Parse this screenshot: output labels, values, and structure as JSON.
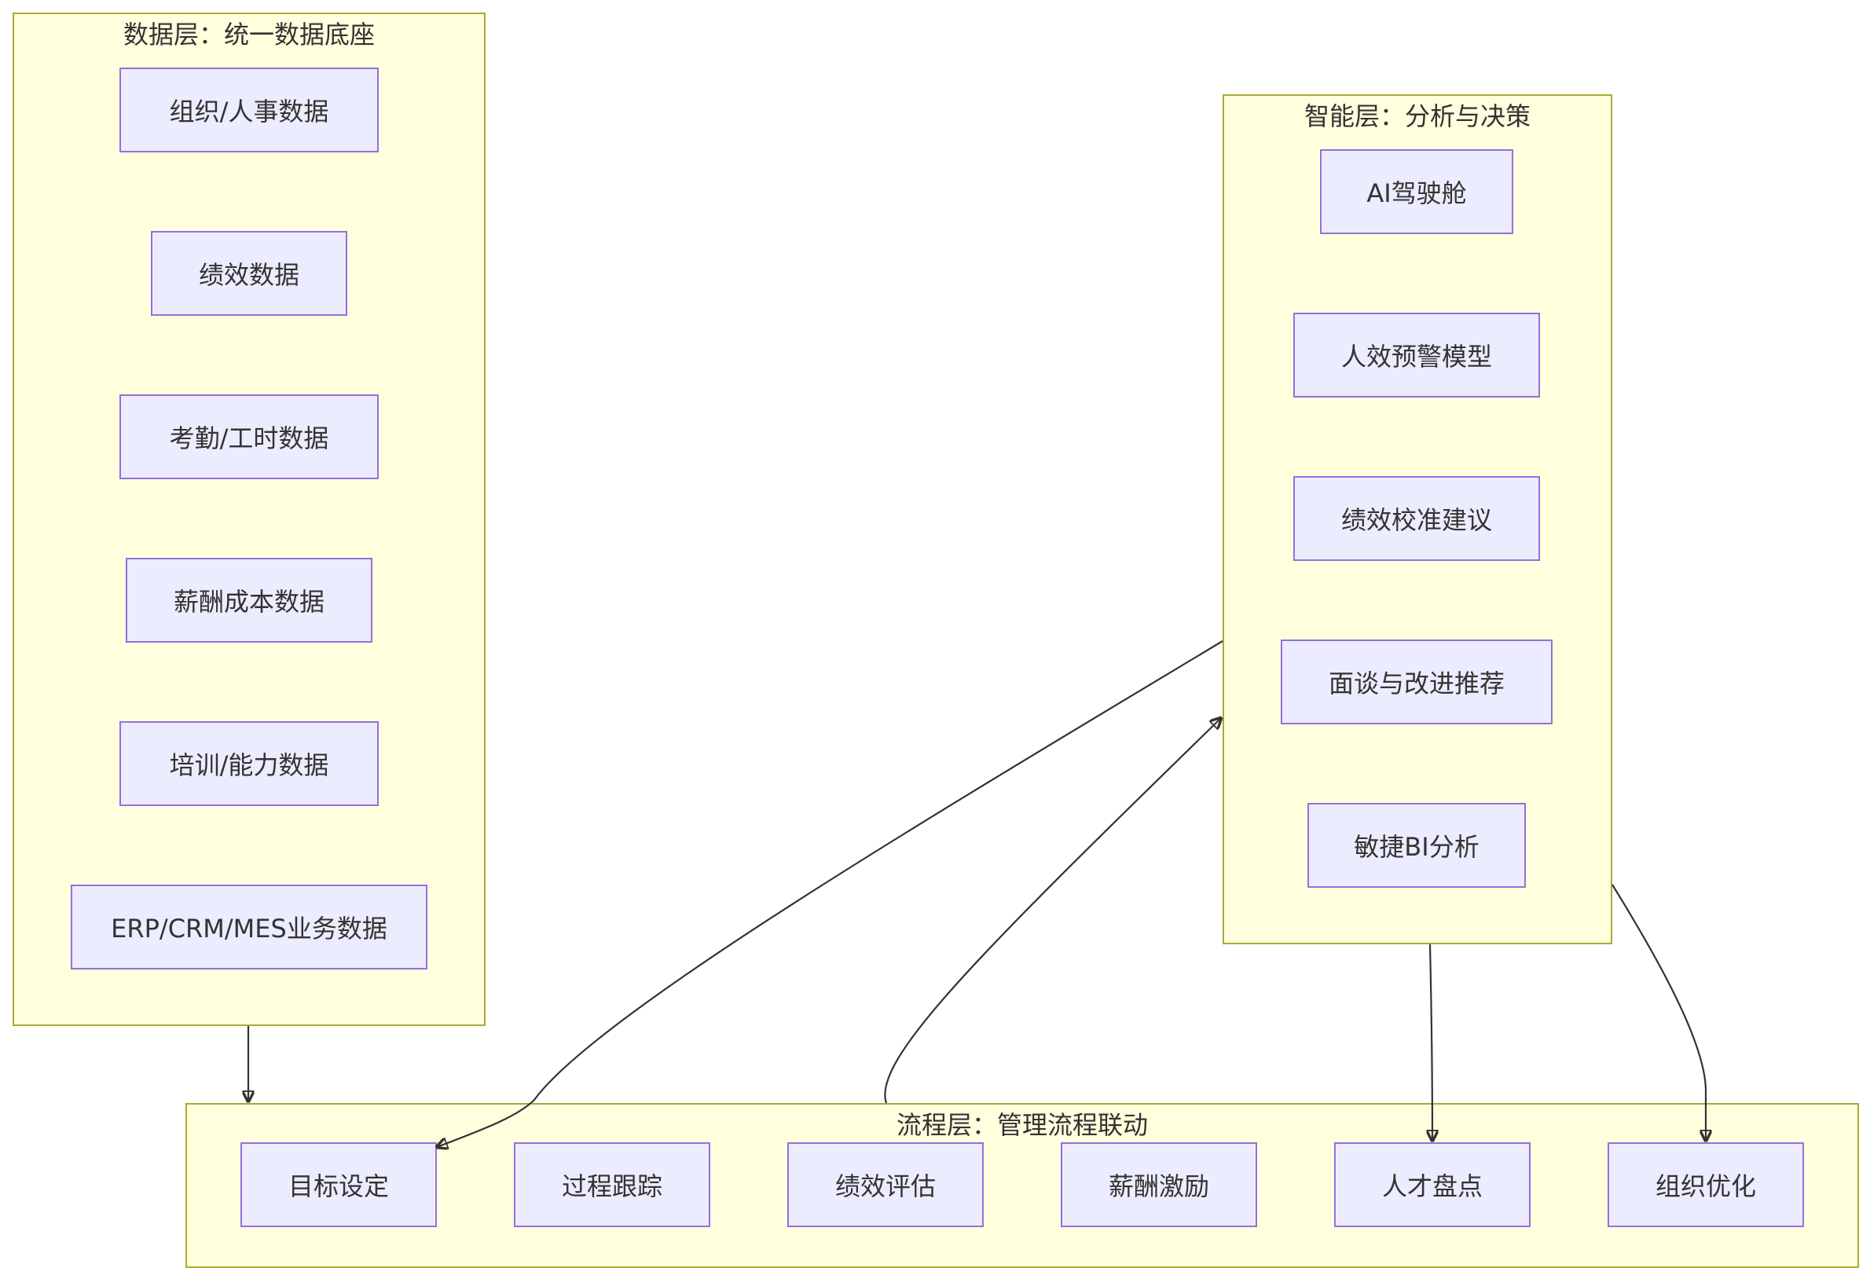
{
  "diagram": {
    "clusters": {
      "data": {
        "title": "数据层：统一数据底座"
      },
      "smart": {
        "title": "智能层：分析与决策"
      },
      "process": {
        "title": "流程层：管理流程联动"
      }
    },
    "nodes": {
      "org": "组织/人事数据",
      "perf": "绩效数据",
      "attend": "考勤/工时数据",
      "salary": "薪酬成本数据",
      "train": "培训/能力数据",
      "erp": "ERP/CRM/MES业务数据",
      "cockpit": "AI驾驶舱",
      "warning": "人效预警模型",
      "calib": "绩效校准建议",
      "interview": "面谈与改进推荐",
      "bi": "敏捷BI分析",
      "goal": "目标设定",
      "track": "过程跟踪",
      "eval": "绩效评估",
      "incentive": "薪酬激励",
      "talent": "人才盘点",
      "orgopt": "组织优化"
    },
    "edges": [
      {
        "from": "data",
        "to": "process"
      },
      {
        "from": "process",
        "to": "smart"
      },
      {
        "from": "smart",
        "to": "goal"
      },
      {
        "from": "smart",
        "to": "talent"
      },
      {
        "from": "smart",
        "to": "orgopt"
      }
    ],
    "colors": {
      "cluster_fill": "#ffffde",
      "cluster_border": "#aaaa33",
      "node_fill": "#ececff",
      "node_border": "#9370db",
      "edge": "#333333"
    }
  }
}
